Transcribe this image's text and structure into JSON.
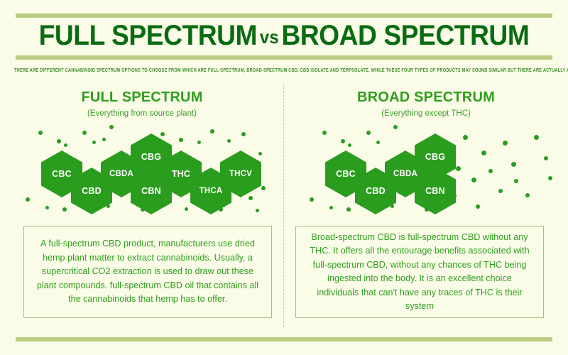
{
  "page": {
    "background_color": "#fafce8",
    "accent_dark_green": "#0a6b12",
    "accent_green": "#2f9e1d",
    "hex_green": "#2a9c1e",
    "rule_color": "#b9cc82",
    "box_border_color": "#9cc47e"
  },
  "header": {
    "title_left": "FULL SPECTRUM",
    "title_vs": "vs",
    "title_right": "BROAD SPECTRUM",
    "subtitle": "THERE ARE DIFFERENT CANNABINOID SPECTRUM OPTIONS TO CHOOSE FROM WHICH ARE FULL-SPECTRUM, BROAD-SPECTRUM CBD, CBD ISOLATE AND TERPSOLATE. WHILE THESE FOUR TYPES OF PRODUCTS MAY SOUND SIMILAR BUT THERE ARE ACTUALLY APART FROM EACH OTHER."
  },
  "columns": [
    {
      "id": "full-spectrum",
      "heading": "FULL SPECTRUM",
      "subheading": "(Everything from source plant)",
      "cannabinoids": [
        "CBC",
        "CBD",
        "CBDA",
        "CBG",
        "CBN",
        "THC",
        "THCA",
        "THCV"
      ],
      "body": "A full-spectrum CBD product, manufacturers use dried hemp plant matter to extract cannabinoids. Usually, a supercritical CO2 extraction is used to draw out these plant compounds. full-spectrum CBD oil that contains all the cannabinoids that hemp has to offer."
    },
    {
      "id": "broad-spectrum",
      "heading": "BROAD SPECTRUM",
      "subheading": "(Everything except THC)",
      "cannabinoids": [
        "CBC",
        "CBD",
        "CBDA",
        "CBG",
        "CBN"
      ],
      "body": "Broad-spectrum CBD is full-spectrum CBD without any THC. It offers all the entourage benefits associated with full-spectrum CBD, without any chances of THC being ingested into the body. It is an excellent choice individuals that can't have any traces of THC is their system"
    }
  ]
}
